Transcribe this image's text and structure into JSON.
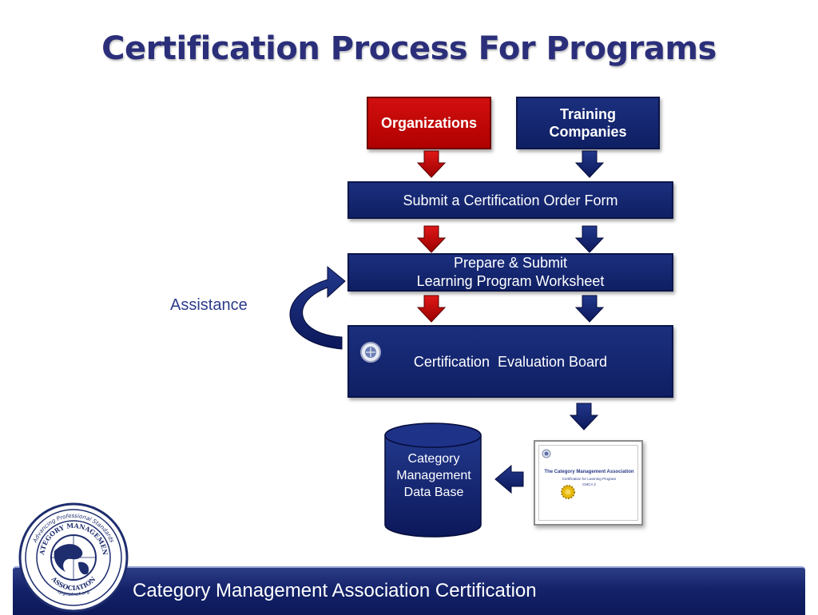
{
  "title": "Certification Process For Programs",
  "boxes": {
    "organizations": "Organizations",
    "training_line1": "Training",
    "training_line2": "Companies",
    "submit_form": "Submit a Certification Order Form",
    "prepare_line1": "Prepare & Submit",
    "prepare_line2": "Learning Program Worksheet",
    "evaluation_board": "Certification  Evaluation Board"
  },
  "assistance_label": "Assistance",
  "database": {
    "line1": "Category",
    "line2": "Management",
    "line3": "Data Base"
  },
  "certificate": {
    "title": "The Category Management Association",
    "subtitle": "Certification for Learning Program",
    "code": "CMCA 2"
  },
  "footer": {
    "text": "Category Management Association Certification"
  },
  "logo": {
    "ring_top": "Advancing Professional Standards",
    "name_top": "CATEGORY MANAGEMENT",
    "name_bottom": "ASSOCIATION",
    "url": "cpgcatnet.org"
  },
  "colors": {
    "navy": "#14246e",
    "red": "#c40000",
    "title": "#2b2f7a"
  }
}
